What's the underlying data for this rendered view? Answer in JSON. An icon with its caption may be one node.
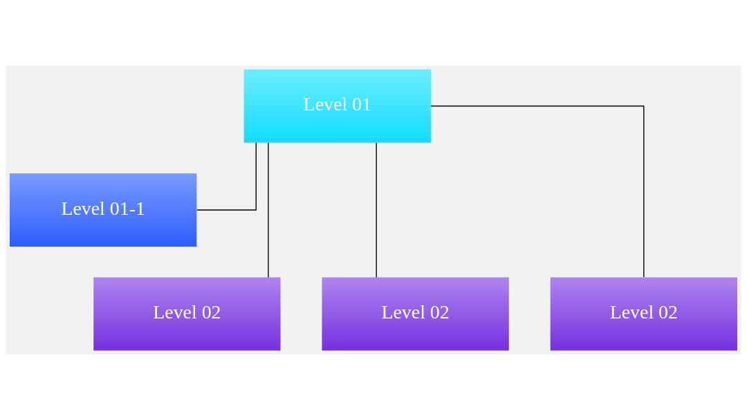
{
  "diagram": {
    "nodes": [
      {
        "text": [
          "Level 01"
        ]
      },
      {
        "text": [
          "Level 01-1"
        ]
      },
      {
        "text": [
          "Level 02"
        ]
      },
      {
        "text": [
          "Level 02"
        ]
      },
      {
        "text": [
          "Level 02"
        ]
      }
    ],
    "edges": [
      {
        "from": 0,
        "to": 1,
        "arrow": "none"
      },
      {
        "from": 0,
        "to": 2,
        "arrow": "none"
      },
      {
        "from": 0,
        "to": 3,
        "arrow": "none"
      },
      {
        "from": 0,
        "to": 4,
        "arrow": "none"
      }
    ]
  }
}
